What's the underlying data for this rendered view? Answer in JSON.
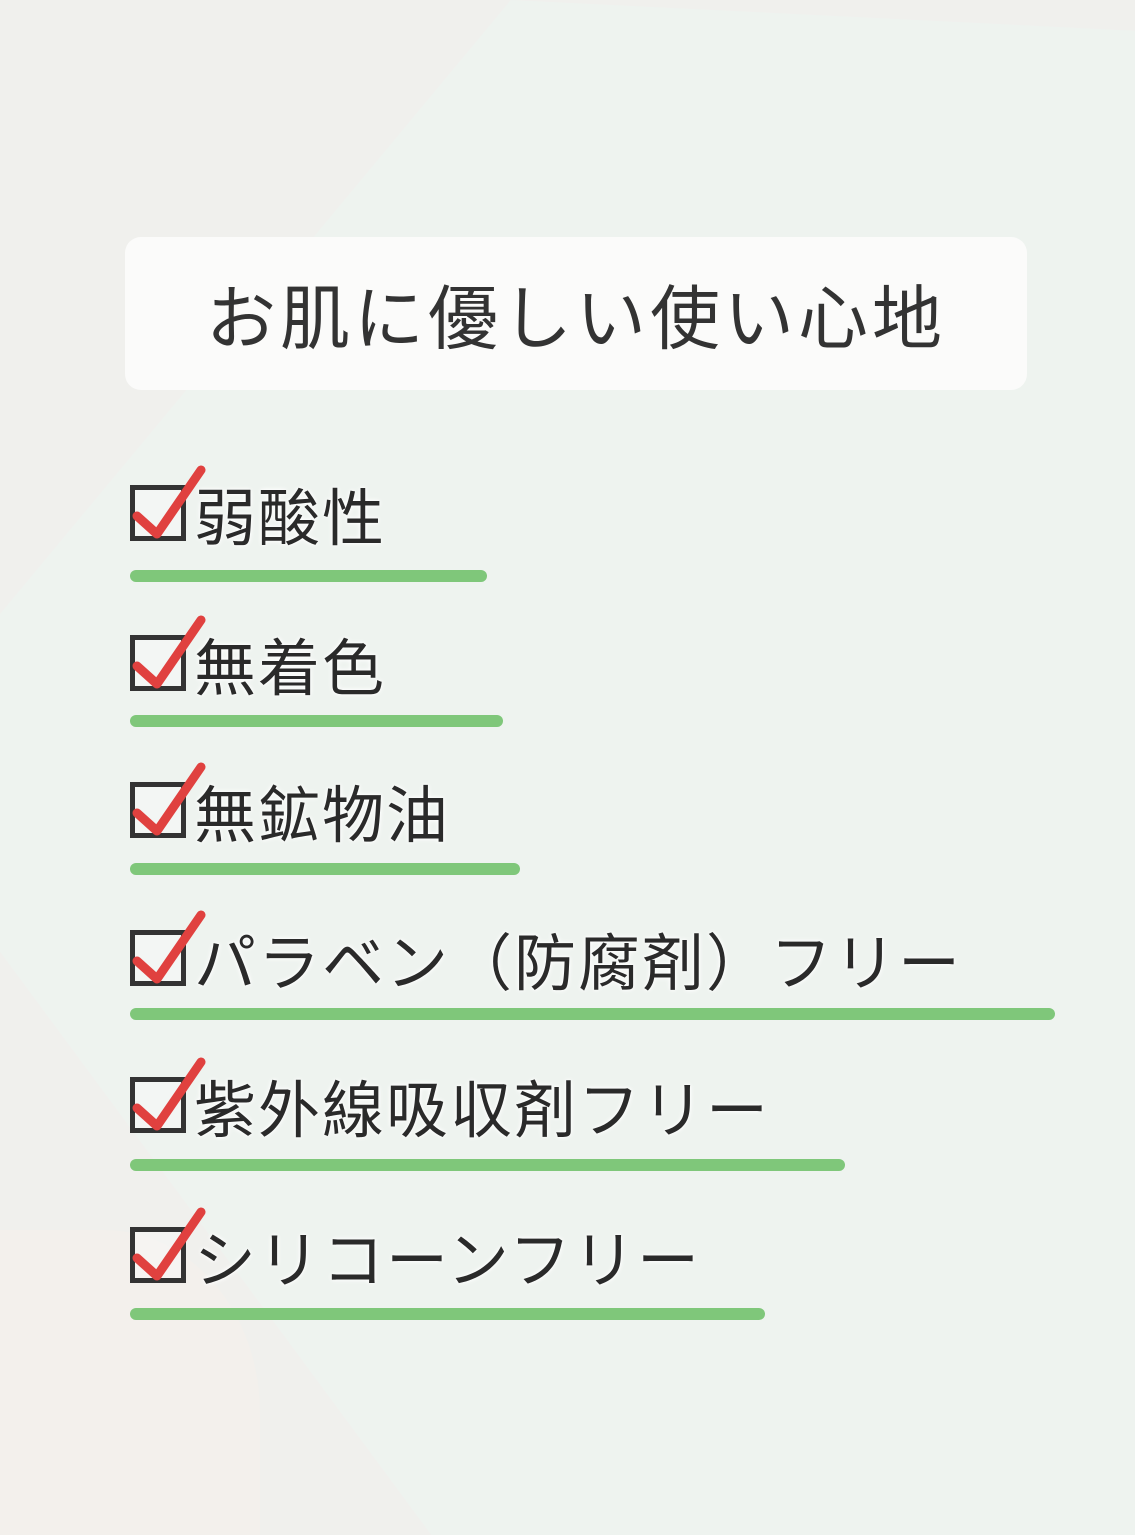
{
  "title": "お肌に優しい使い心地",
  "accent_check_color": "#e0413f",
  "underline_color": "#7fc77a",
  "items": [
    {
      "label": "弱酸性",
      "checked": true
    },
    {
      "label": "無着色",
      "checked": true
    },
    {
      "label": "無鉱物油",
      "checked": true
    },
    {
      "label": "パラベン（防腐剤）フリー",
      "checked": true
    },
    {
      "label": "紫外線吸収剤フリー",
      "checked": true
    },
    {
      "label": "シリコーンフリー",
      "checked": true
    }
  ]
}
